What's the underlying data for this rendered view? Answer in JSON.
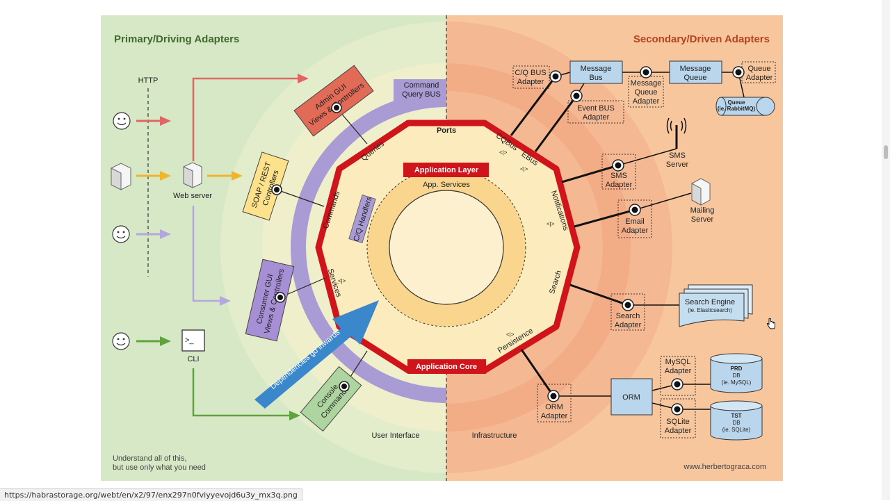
{
  "diagram": {
    "left_title": "Primary/Driving Adapters",
    "right_title": "Secondary/Driven Adapters",
    "http": "HTTP",
    "web_server": "Web server",
    "cli": "CLI",
    "cli_prompt": ">_",
    "admin_gui": [
      "Admin GUI",
      "Views & Controllers"
    ],
    "soap_rest": [
      "SOAP / REST",
      "Controllers"
    ],
    "consumer_gui": [
      "Consumer GUI",
      "Views & Controllers"
    ],
    "console_cmds": [
      "Console",
      "Commands"
    ],
    "cmd_query_bus": [
      "Command",
      "Query BUS"
    ],
    "queries": "Queries",
    "commands": "Commands",
    "services": "Services",
    "cq_handlers": "C/Q Handlers",
    "ports": "Ports",
    "app_layer": "Application Layer",
    "app_services": "App. Services",
    "app_core": "Application Core",
    "dependencies": "Dependencies go inwards",
    "cqbus": "CQBus",
    "ebus": "EBus",
    "notifications": "Notifications",
    "search": "Search",
    "persistence": "Persistence",
    "cq_bus_adapter": [
      "C/Q BUS",
      "Adapter"
    ],
    "message_bus": [
      "Message",
      "Bus"
    ],
    "mq_adapter": [
      "Message",
      "Queue",
      "Adapter"
    ],
    "message_queue": [
      "Message",
      "Queue"
    ],
    "queue_adapter": [
      "Queue",
      "Adapter"
    ],
    "queue_cyl": [
      "Queue",
      "(ie. RabbitMQ)"
    ],
    "event_bus_adapter": [
      "Event BUS",
      "Adapter"
    ],
    "sms_server": [
      "SMS",
      "Server"
    ],
    "sms_adapter": [
      "SMS",
      "Adapter"
    ],
    "mailing_server": [
      "Mailing",
      "Server"
    ],
    "email_adapter": [
      "Email",
      "Adapter"
    ],
    "search_engine": [
      "Search Engine",
      "(ie. Elasticsearch)"
    ],
    "search_adapter": [
      "Search",
      "Adapter"
    ],
    "mysql_adapter": [
      "MySQL",
      "Adapter"
    ],
    "prd_db": [
      "PRD",
      "DB",
      "(ie. MySQL)"
    ],
    "orm": "ORM",
    "orm_adapter": [
      "ORM",
      "Adapter"
    ],
    "sqlite_adapter": [
      "SQLite",
      "Adapter"
    ],
    "tst_db": [
      "TST",
      "DB",
      "(ie. SQLite)"
    ],
    "user_interface": "User Interface",
    "infrastructure": "Infrastructure",
    "understand": [
      "Understand all of this,",
      "but use only what you need"
    ],
    "website": "www.herbertograca.com"
  },
  "status_bar": {
    "url": "https://habrastorage.org/webt/en/x2/97/enx297n0fviyyevojd6u3y_mx3q.png"
  },
  "colors": {
    "left_bg": "#d7e8c6",
    "right_bg": "#f7c69c",
    "core_red": "#d0141b",
    "bus_purple": "#a99bd3",
    "arrow_blue": "#3b87cc"
  }
}
